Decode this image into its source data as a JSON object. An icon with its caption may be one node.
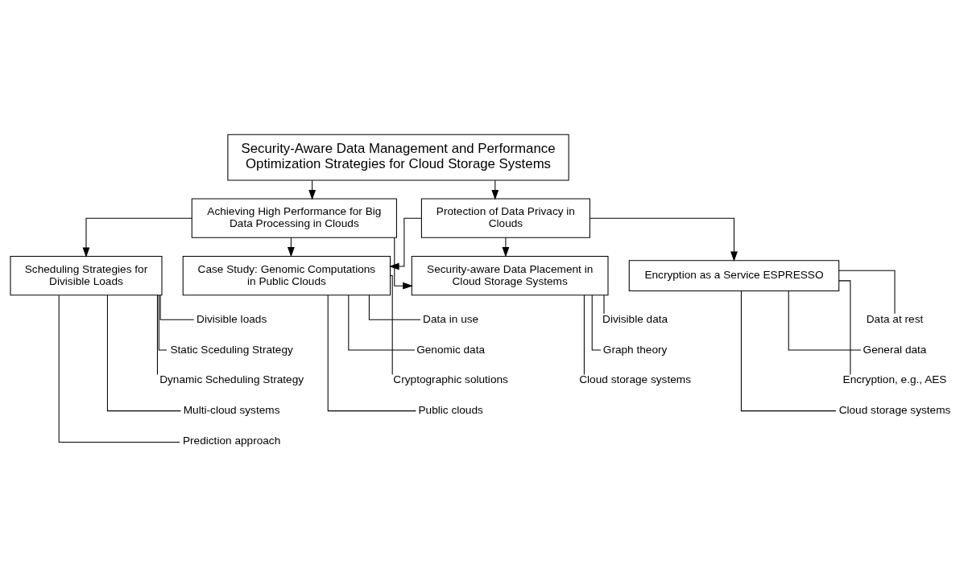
{
  "diagram": {
    "nodes": [
      {
        "text": [
          "Security-Aware Data Management and Performance Optimization Strategies for Cloud Storage Systems"
        ]
      },
      {
        "text": [
          "Achieving High Performance for Big Data Processing in Clouds"
        ]
      },
      {
        "text": [
          "Protection of Data Privacy in Clouds"
        ]
      },
      {
        "text": [
          "Scheduling Strategies for Divisible Loads"
        ]
      },
      {
        "text": [
          "Security-aware Data Placement in Cloud Storage Systems"
        ]
      },
      {
        "text": [
          "Encryption as a Service ESPRESSO"
        ]
      },
      {
        "text": [
          "Case Study: Genomic Computations in Public Clouds"
        ]
      },
      {
        "text": [
          "Divisible loads"
        ]
      },
      {
        "text": [
          "Static Sceduling Strategy"
        ]
      },
      {
        "text": [
          "Dynamic Scheduling Strategy"
        ]
      },
      {
        "text": [
          "Multi-cloud systems"
        ]
      },
      {
        "text": [
          "Prediction approach"
        ]
      },
      {
        "text": [
          "Divisible data"
        ]
      },
      {
        "text": [
          "Graph theory"
        ]
      },
      {
        "text": [
          "Cloud storage systems"
        ]
      },
      {
        "text": [
          "Data at rest"
        ]
      },
      {
        "text": [
          "General data"
        ]
      },
      {
        "text": [
          "Encryption, e.g., AES"
        ]
      },
      {
        "text": [
          "Cloud storage systems"
        ]
      },
      {
        "text": [
          "Data in use"
        ]
      },
      {
        "text": [
          "Genomic data"
        ]
      },
      {
        "text": [
          "Cryptographic solutions"
        ]
      },
      {
        "text": [
          "Public clouds"
        ]
      }
    ],
    "edges": [
      {
        "from": 0,
        "to": 1,
        "arrow": "to"
      },
      {
        "from": 0,
        "to": 2,
        "arrow": "to"
      },
      {
        "from": 1,
        "to": 3,
        "arrow": "to"
      },
      {
        "from": 1,
        "to": 4,
        "arrow": "to"
      },
      {
        "from": 1,
        "to": 6,
        "arrow": "to"
      },
      {
        "from": 2,
        "to": 4,
        "arrow": "to"
      },
      {
        "from": 2,
        "to": 5,
        "arrow": "to"
      },
      {
        "from": 2,
        "to": 6,
        "arrow": "to"
      },
      {
        "from": 3,
        "to": 7,
        "arrow": "none"
      },
      {
        "from": 3,
        "to": 8,
        "arrow": "none"
      },
      {
        "from": 3,
        "to": 9,
        "arrow": "none"
      },
      {
        "from": 3,
        "to": 10,
        "arrow": "none"
      },
      {
        "from": 3,
        "to": 11,
        "arrow": "none"
      },
      {
        "from": 4,
        "to": 12,
        "arrow": "none"
      },
      {
        "from": 4,
        "to": 13,
        "arrow": "none"
      },
      {
        "from": 4,
        "to": 14,
        "arrow": "none"
      },
      {
        "from": 5,
        "to": 15,
        "arrow": "none"
      },
      {
        "from": 5,
        "to": 16,
        "arrow": "none"
      },
      {
        "from": 5,
        "to": 17,
        "arrow": "none"
      },
      {
        "from": 5,
        "to": 18,
        "arrow": "none"
      },
      {
        "from": 6,
        "to": 19,
        "arrow": "none"
      },
      {
        "from": 6,
        "to": 20,
        "arrow": "none"
      },
      {
        "from": 6,
        "to": 21,
        "arrow": "none"
      },
      {
        "from": 6,
        "to": 22,
        "arrow": "none"
      }
    ]
  }
}
